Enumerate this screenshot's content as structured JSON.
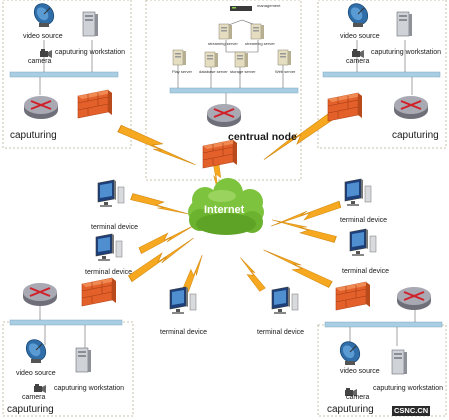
{
  "labels": {
    "video_source": "video source",
    "capturing_workstation": "caputuring workstation",
    "camera": "camera",
    "capturing": "caputuring",
    "terminal_device": "terminal device",
    "internet": "Internet",
    "central_node": "centrual node",
    "watermark": "CSNC.CN"
  },
  "central_node_servers": [
    "management",
    "streaming server",
    "streaming server",
    "Play server",
    "database server",
    "storage server",
    "Web server"
  ],
  "colors": {
    "boundary": "#b8b093",
    "backbone": "#a9cde2",
    "lightning": "#f5a820",
    "cloud": "#7dc33e",
    "firewall": "#e3602a",
    "router": "#9a9aa6"
  }
}
